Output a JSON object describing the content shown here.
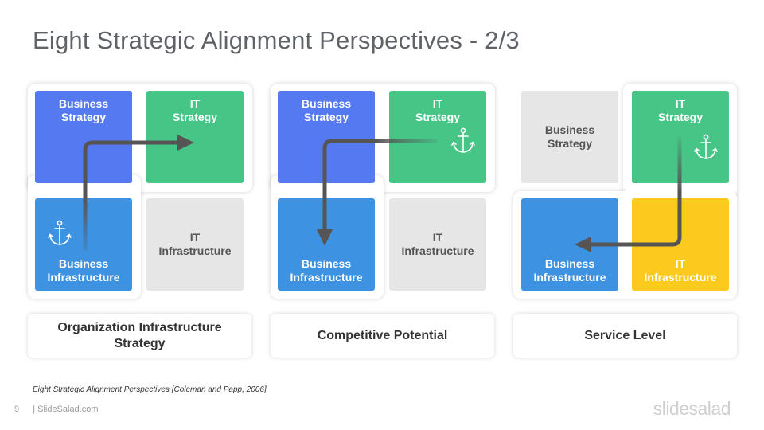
{
  "title": "Eight Strategic Alignment Perspectives - 2/3",
  "perspectives": [
    {
      "tiles": {
        "business_strategy": [
          "Business",
          "Strategy"
        ],
        "it_strategy": [
          "IT",
          "Strategy"
        ],
        "business_infrastructure": [
          "Business",
          "Infrastructure"
        ],
        "it_infrastructure": [
          "IT",
          "Infrastructure"
        ]
      },
      "caption": [
        "Organization Infrastructure",
        "Strategy"
      ]
    },
    {
      "tiles": {
        "business_strategy": [
          "Business",
          "Strategy"
        ],
        "it_strategy": [
          "IT",
          "Strategy"
        ],
        "business_infrastructure": [
          "Business",
          "Infrastructure"
        ],
        "it_infrastructure": [
          "IT",
          "Infrastructure"
        ]
      },
      "caption": [
        "Competitive Potential"
      ]
    },
    {
      "tiles": {
        "business_strategy": [
          "Business",
          "Strategy"
        ],
        "it_strategy": [
          "IT",
          "Strategy"
        ],
        "business_infrastructure": [
          "Business",
          "Infrastructure"
        ],
        "it_infrastructure": [
          "IT",
          "Infrastructure"
        ]
      },
      "caption": [
        "Service Level"
      ]
    }
  ],
  "source": "Eight Strategic Alignment Perspectives [Coleman and Papp, 2006]",
  "footer": {
    "page_number": "9",
    "site": "| SlideSalad.com"
  },
  "brand": "slidesalad",
  "colors": {
    "business_strategy": "#5479f0",
    "it_strategy": "#46c587",
    "business_infrastructure": "#3d92e1",
    "it_infrastructure_inactive": "#e6e6e6",
    "it_infrastructure_active": "#fcc91e",
    "arrow": "#555555"
  }
}
